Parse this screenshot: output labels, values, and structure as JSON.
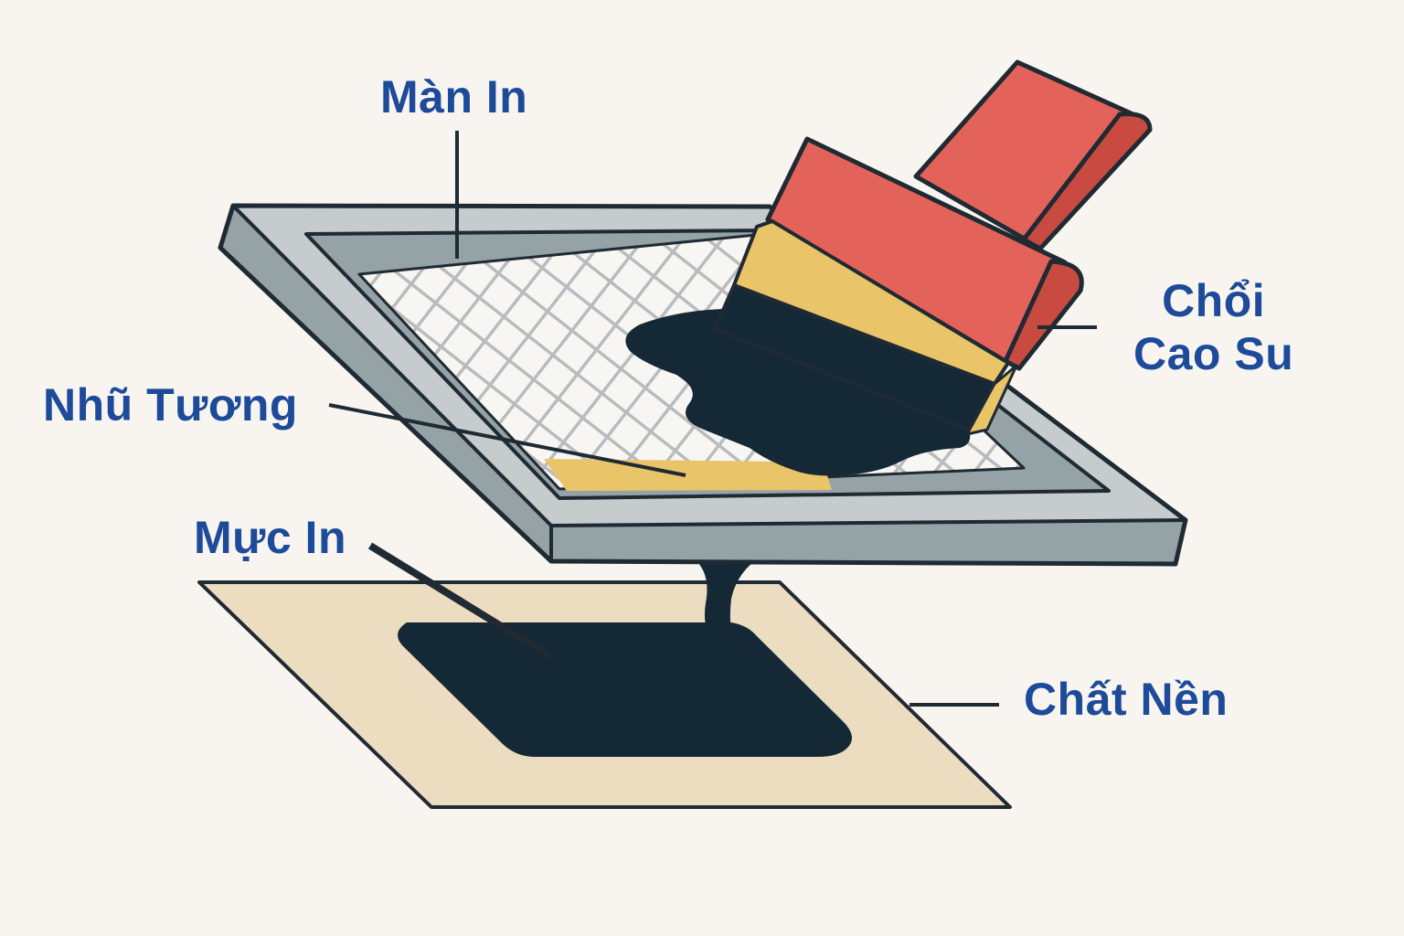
{
  "labels": {
    "screen": "Màn In",
    "emulsion": "Nhũ Tương",
    "ink": "Mực In",
    "squeegee_line1": "Chổi",
    "squeegee_line2": "Cao Su",
    "substrate": "Chất Nền"
  },
  "colors": {
    "label_text": "#1d4b9a",
    "background": "#f8f5f0",
    "frame_light": "#c6cccd",
    "frame_dark": "#95a2a6",
    "outline": "#1f2a33",
    "mesh_line": "#b8bcbe",
    "ink": "#142836",
    "emulsion": "#e9c469",
    "squeegee_red": "#e3635a",
    "squeegee_red_dark": "#c94a41",
    "substrate": "#ecdcc0"
  }
}
